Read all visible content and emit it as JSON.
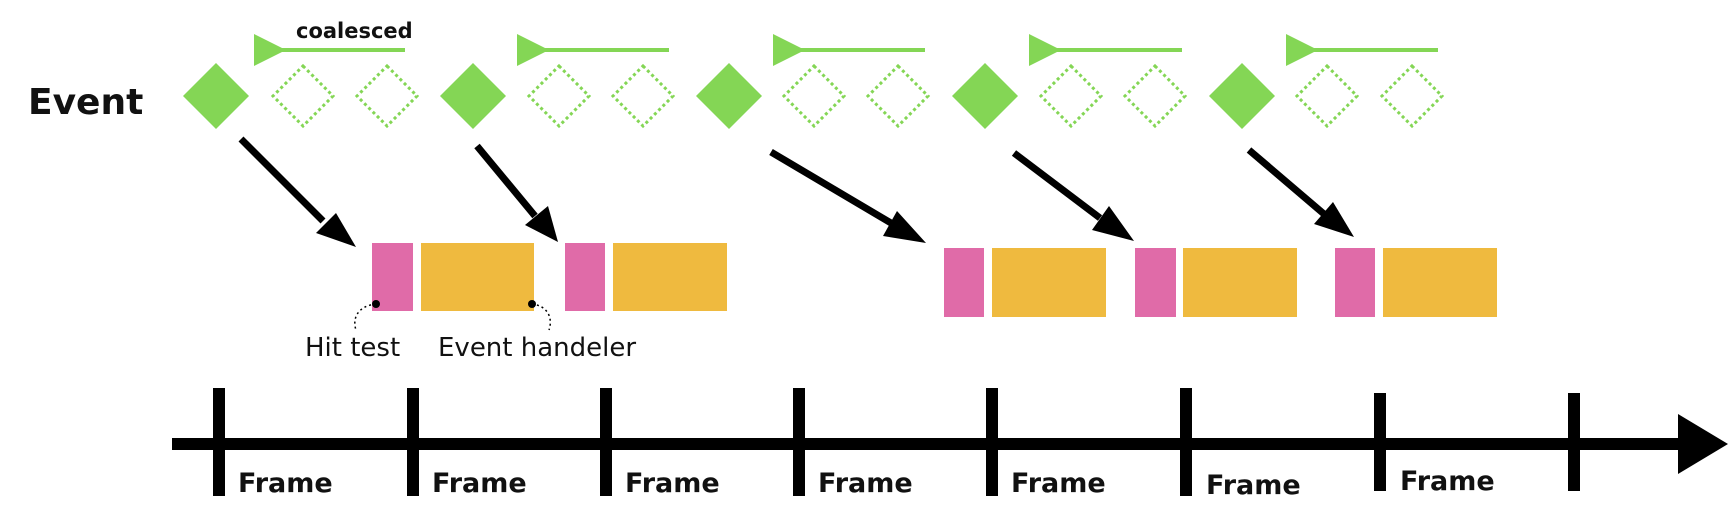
{
  "event_label": "Event",
  "coalesced_label": "coalesced",
  "hit_test_label": "Hit test",
  "event_handler_label": "Event handeler",
  "frames": [
    "Frame",
    "Frame",
    "Frame",
    "Frame",
    "Frame",
    "Frame",
    "Frame"
  ],
  "event_groups": 5,
  "coalesced_per_group": 2,
  "colors": {
    "event": "#84d655",
    "hit_test": "#e06ba8",
    "event_handler": "#efba3f",
    "ink": "#000000"
  }
}
